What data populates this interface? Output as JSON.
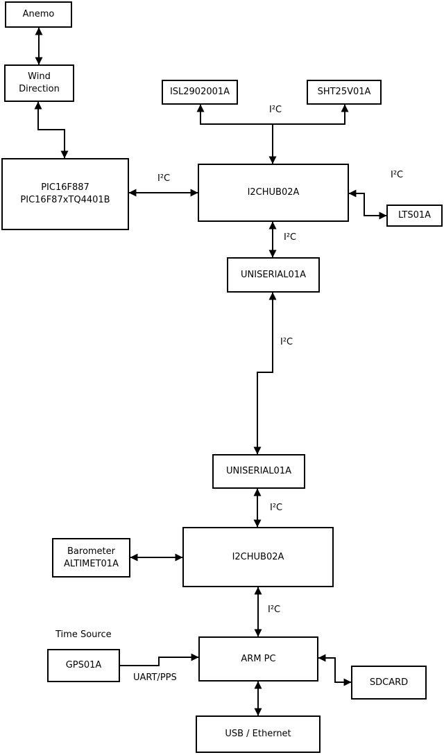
{
  "diagram": {
    "boxes": {
      "anemo": {
        "label": "Anemo"
      },
      "wind_direction": {
        "lines": [
          "Wind",
          "Direction"
        ]
      },
      "pic": {
        "lines": [
          "PIC16F887",
          "PIC16F87xTQ4401B"
        ]
      },
      "isl": {
        "label": "ISL2902001A"
      },
      "sht": {
        "label": "SHT25V01A"
      },
      "i2chub_top": {
        "label": "I2CHUB02A"
      },
      "lts": {
        "label": "LTS01A"
      },
      "uniserial_top": {
        "label": "UNISERIAL01A"
      },
      "uniserial_bottom": {
        "label": "UNISERIAL01A"
      },
      "i2chub_bottom": {
        "label": "I2CHUB02A"
      },
      "barometer": {
        "lines": [
          "Barometer",
          "ALTIMET01A"
        ]
      },
      "gps": {
        "label": "GPS01A"
      },
      "arm_pc": {
        "label": "ARM PC"
      },
      "sdcard": {
        "label": "SDCARD"
      },
      "usb_ethernet": {
        "label": "USB / Ethernet"
      }
    },
    "edge_labels": {
      "i2c_sensor_bus": "I²C",
      "i2c_pic_hub": "I²C",
      "i2c_hub_lts": "I²C",
      "i2c_hub_uniserial": "I²C",
      "i2c_uniserial_link": "I²C",
      "i2c_uniserial_hub2": "I²C",
      "i2c_hub2_armpc": "I²C",
      "time_source": "Time Source",
      "uart_pps": "UART/PPS"
    },
    "colors": {
      "line": "#000000",
      "box_fill": "#ffffff",
      "background": "#ffffff",
      "text": "#000000"
    }
  }
}
